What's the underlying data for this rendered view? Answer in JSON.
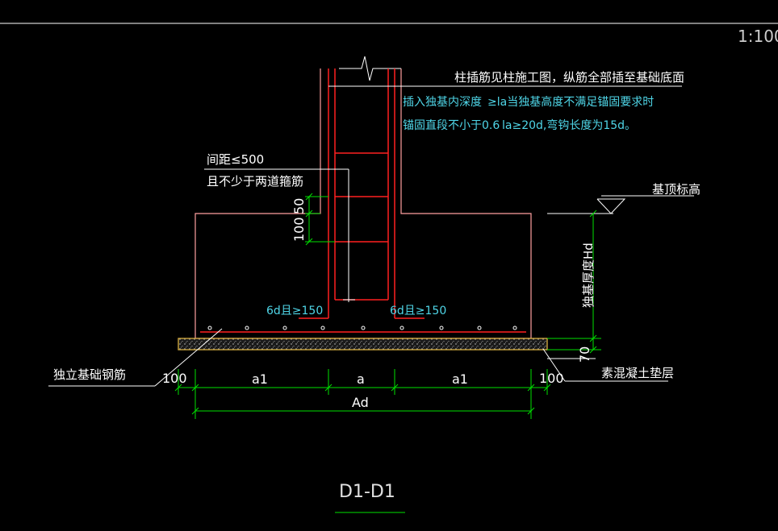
{
  "scale": "1:100",
  "title": "D1-D1",
  "notes": {
    "column_rebar": "柱插筋见柱施工图，纵筋全部插至基础底面",
    "insert_line1_a": "插入独基内深度",
    "insert_line1_b": "≥la当独基高度不满足锚固要求时",
    "insert_line2_a": "锚固直段不小于0.6",
    "insert_line2_b": "la≥20d,弯钩长度为15d。",
    "spacing_line1": "间距≤500",
    "spacing_line2": "且不少于两道箍筋",
    "top_elevation": "基顶标高",
    "thickness": "独基厚度Hd",
    "foundation_rebar": "独立基础钢筋",
    "cushion": "素混凝土垫层",
    "hook_left": "6d且≥150",
    "hook_right": "6d且≥150"
  },
  "dimensions": {
    "v_100": "100",
    "v_50": "50",
    "cushion_70": "70",
    "left_100": "100",
    "right_100": "100",
    "a1_left": "a1",
    "a_mid": "a",
    "a1_right": "a1",
    "ad_total": "Ad"
  },
  "colors": {
    "concrete": "#ffa0a0",
    "rebar": "#ff2020",
    "dimension": "#00e000",
    "leader": "#ffffff",
    "note_cyan": "#4fd6e8",
    "cushion": "#d9b040"
  }
}
